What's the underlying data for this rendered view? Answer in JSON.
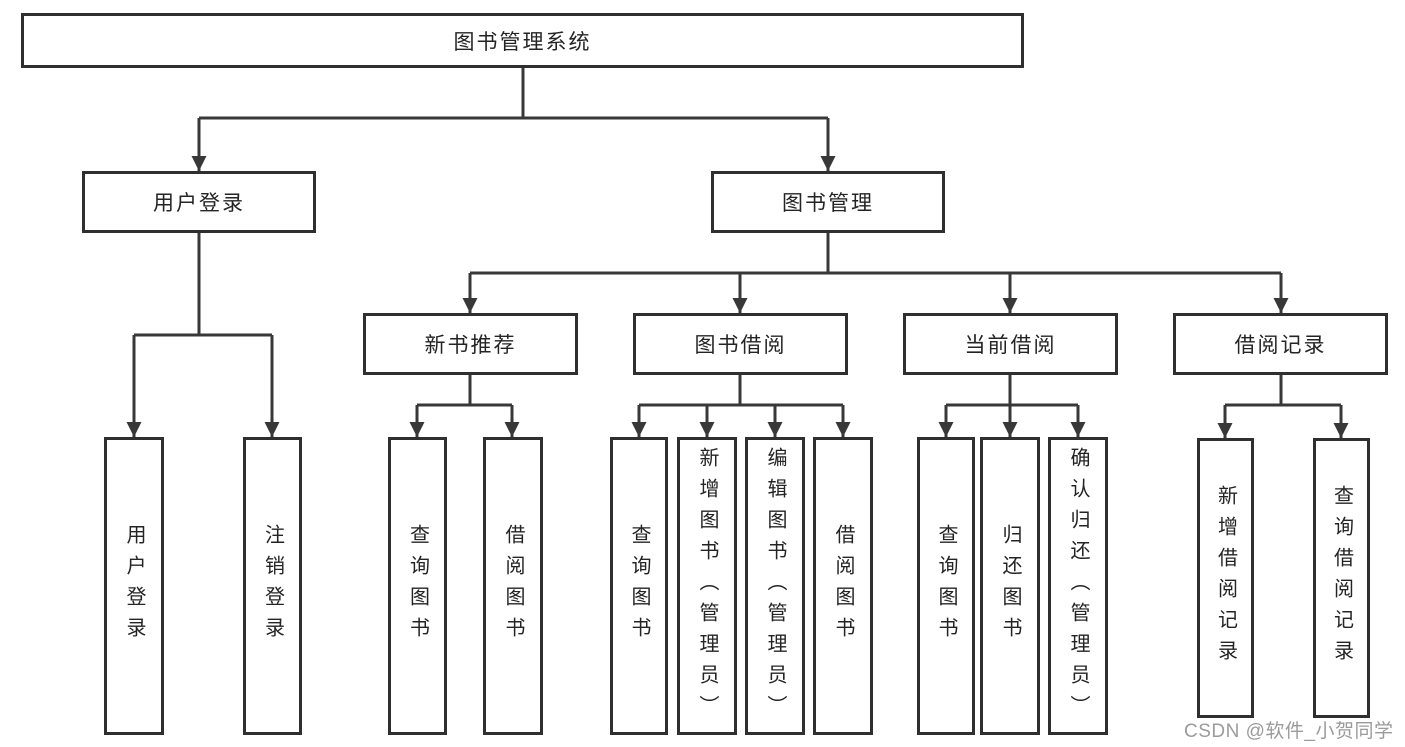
{
  "tree": {
    "label": "图书管理系统",
    "children": [
      {
        "label": "用户登录",
        "children": [
          {
            "label": "用户登录"
          },
          {
            "label": "注销登录"
          }
        ]
      },
      {
        "label": "图书管理",
        "children": [
          {
            "label": "新书推荐",
            "children": [
              {
                "label": "查询图书"
              },
              {
                "label": "借阅图书"
              }
            ]
          },
          {
            "label": "图书借阅",
            "children": [
              {
                "label": "查询图书"
              },
              {
                "label": "新增图书（管理员）"
              },
              {
                "label": "编辑图书（管理员）"
              },
              {
                "label": "借阅图书"
              }
            ]
          },
          {
            "label": "当前借阅",
            "children": [
              {
                "label": "查询图书"
              },
              {
                "label": "归还图书"
              },
              {
                "label": "确认归还（管理员）"
              }
            ]
          },
          {
            "label": "借阅记录",
            "children": [
              {
                "label": "新增借阅记录"
              },
              {
                "label": "查询借阅记录"
              }
            ]
          }
        ]
      }
    ]
  },
  "watermark": {
    "text": "CSDN @软件_小贺同学"
  },
  "colors": {
    "background": "#ffffff",
    "box_border": "#2f2f2f",
    "connector_line": "#383838",
    "text": "#242424",
    "watermark_text": "#9b9b9b"
  }
}
